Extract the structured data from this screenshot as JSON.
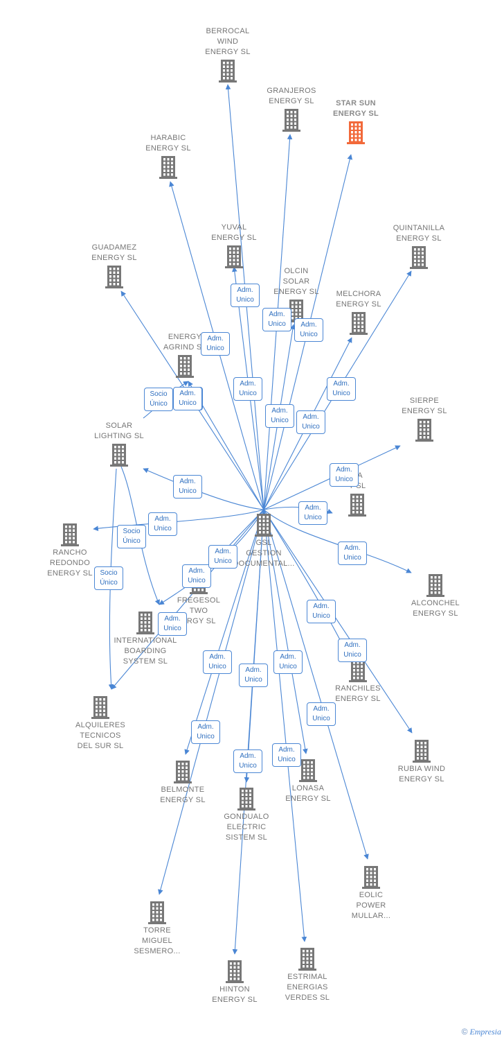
{
  "center": {
    "id": "gsl",
    "label": "GSL\nGESTION\nDOCUMENTAL..."
  },
  "nodes": [
    {
      "id": "berrocal",
      "label": "BERROCAL\nWIND\nENERGY  SL",
      "pos": "above"
    },
    {
      "id": "granjeros",
      "label": "GRANJEROS\nENERGY  SL",
      "pos": "above"
    },
    {
      "id": "starsun",
      "label": "STAR SUN\nENERGY  SL",
      "pos": "above",
      "focus": true
    },
    {
      "id": "harabic",
      "label": "HARABIC\nENERGY  SL",
      "pos": "above"
    },
    {
      "id": "quintanilla",
      "label": "QUINTANILLA\nENERGY  SL",
      "pos": "above"
    },
    {
      "id": "yuval",
      "label": "YUVAL\nENERGY  SL",
      "pos": "above"
    },
    {
      "id": "guadamez",
      "label": "GUADAMEZ\nENERGY  SL",
      "pos": "above"
    },
    {
      "id": "olcin",
      "label": "OLCIN\nSOLAR\nENERGY  SL",
      "pos": "above"
    },
    {
      "id": "melchora",
      "label": "MELCHORA\nENERGY  SL",
      "pos": "above"
    },
    {
      "id": "agrind",
      "label": "ENERGY\nAGRIND  SL",
      "pos": "above"
    },
    {
      "id": "sierpe",
      "label": "SIERPE\nENERGY  SL",
      "pos": "above"
    },
    {
      "id": "solar",
      "label": "SOLAR\nLIGHTING SL",
      "pos": "above"
    },
    {
      "id": "na",
      "label": "NA\nY  SL",
      "pos": "above"
    },
    {
      "id": "rancho",
      "label": "RANCHO\nREDONDO\nENERGY  SL",
      "pos": "below"
    },
    {
      "id": "alconchel",
      "label": "ALCONCHEL\nENERGY  SL",
      "pos": "below"
    },
    {
      "id": "fregesol",
      "label": "FREGESOL\nTWO\nERGY  SL",
      "pos": "below"
    },
    {
      "id": "international",
      "label": "INTERNATIONAL\nBOARDING\nSYSTEM  SL",
      "pos": "below"
    },
    {
      "id": "ranchiles",
      "label": "RANCHILES\nENERGY  SL",
      "pos": "below"
    },
    {
      "id": "alquileres",
      "label": "ALQUILERES\nTECNICOS\nDEL SUR SL",
      "pos": "below"
    },
    {
      "id": "rubia",
      "label": "RUBIA WIND\nENERGY  SL",
      "pos": "below"
    },
    {
      "id": "belmonte",
      "label": "BELMONTE\nENERGY  SL",
      "pos": "below"
    },
    {
      "id": "lonasa",
      "label": "LONASA\nENERGY  SL",
      "pos": "below"
    },
    {
      "id": "gondualo",
      "label": "GONDUALO\nELECTRIC\nSISTEM  SL",
      "pos": "below"
    },
    {
      "id": "eolic",
      "label": "EOLIC\nPOWER\nMULLAR...",
      "pos": "below"
    },
    {
      "id": "torre",
      "label": "TORRE\nMIGUEL\nSESMERO...",
      "pos": "below"
    },
    {
      "id": "hinton",
      "label": "HINTON\nENERGY  SL",
      "pos": "below"
    },
    {
      "id": "estrimal",
      "label": "ESTRIMAL\nENERGIAS\nVERDES  SL",
      "pos": "below"
    }
  ],
  "edges": [
    {
      "from": "gsl",
      "to": "berrocal",
      "label": "Adm.\nUnico"
    },
    {
      "from": "gsl",
      "to": "granjeros",
      "label": "Adm.\nUnico"
    },
    {
      "from": "gsl",
      "to": "starsun",
      "label": "Adm.\nUnico"
    },
    {
      "from": "gsl",
      "to": "harabic",
      "label": "Adm.\nUnico"
    },
    {
      "from": "gsl",
      "to": "quintanilla",
      "label": "Adm.\nUnico"
    },
    {
      "from": "gsl",
      "to": "yuval",
      "label": "Adm.\nUnico"
    },
    {
      "from": "gsl",
      "to": "guadamez",
      "label": "Adm.\nUnico"
    },
    {
      "from": "gsl",
      "to": "olcin",
      "label": "Adm.\nUnico"
    },
    {
      "from": "gsl",
      "to": "melchora",
      "label": "Adm.\nUnico"
    },
    {
      "from": "gsl",
      "to": "agrind",
      "label": "Adm.\nUnico"
    },
    {
      "from": "solar",
      "to": "agrind",
      "label": "Socio\nÚnico"
    },
    {
      "from": "gsl",
      "to": "sierpe",
      "label": "Adm.\nUnico"
    },
    {
      "from": "gsl",
      "to": "solar",
      "label": "Adm.\nUnico"
    },
    {
      "from": "gsl",
      "to": "na",
      "label": "Adm.\nUnico"
    },
    {
      "from": "gsl",
      "to": "rancho",
      "label": "Adm.\nUnico"
    },
    {
      "from": "solar",
      "to": "international",
      "label": "Socio\nÚnico"
    },
    {
      "from": "solar",
      "to": "alquileres",
      "label": "Socio\nÚnico"
    },
    {
      "from": "gsl",
      "to": "alconchel",
      "label": "Adm.\nUnico"
    },
    {
      "from": "gsl",
      "to": "international",
      "label": "Adm.\nUnico"
    },
    {
      "from": "gsl",
      "to": "fregesol",
      "label": "Adm.\nUnico"
    },
    {
      "from": "gsl",
      "to": "alquileres",
      "label": "Adm.\nUnico"
    },
    {
      "from": "gsl",
      "to": "ranchiles",
      "label": "Adm.\nUnico"
    },
    {
      "from": "gsl",
      "to": "rubia",
      "label": "Adm.\nUnico"
    },
    {
      "from": "gsl",
      "to": "belmonte",
      "label": "Adm.\nUnico"
    },
    {
      "from": "gsl",
      "to": "gondualo",
      "label": "Adm.\nUnico"
    },
    {
      "from": "gsl",
      "to": "lonasa",
      "label": "Adm.\nUnico"
    },
    {
      "from": "gsl",
      "to": "eolic",
      "label": "Adm.\nUnico"
    },
    {
      "from": "gsl",
      "to": "torre",
      "label": "Adm.\nUnico"
    },
    {
      "from": "gsl",
      "to": "hinton",
      "label": "Adm.\nUnico"
    },
    {
      "from": "gsl",
      "to": "estrimal",
      "label": "Adm.\nUnico"
    }
  ],
  "colors": {
    "building": "#777777",
    "focus_building": "#f2693a",
    "edge": "#4a86d4"
  },
  "credit": {
    "symbol": "©",
    "brand": "Empresia"
  }
}
